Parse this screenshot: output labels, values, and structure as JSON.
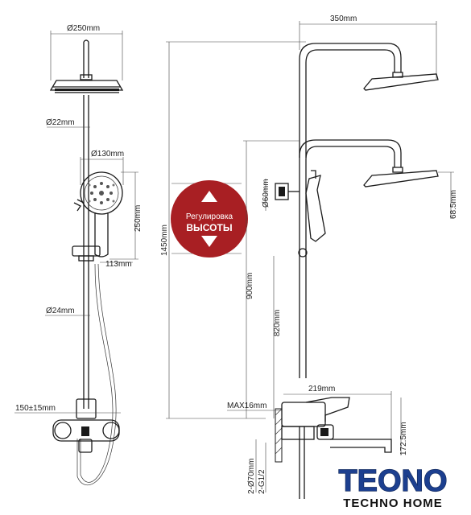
{
  "dimensions": {
    "head_diameter": "Ø250mm",
    "arm_diameter": "Ø22mm",
    "hand_diameter": "Ø130mm",
    "hand_length": "250mm",
    "slider_offset": "113mm",
    "pipe_diameter": "Ø24mm",
    "center_spacing": "150±15mm",
    "head_reach": "350mm",
    "total_height": "1450mm",
    "bracket_diameter": "Ø60mm",
    "head_drop": "68.5mm",
    "riser_height": "900mm",
    "rod_height": "820mm",
    "spout_length": "219mm",
    "wall_max": "MAX16mm",
    "spout_height": "172.5mm",
    "escutcheon": "2-Ø70mm",
    "inlet_thread": "2-G1/2"
  },
  "badge": {
    "line1": "Регулировка",
    "line2": "ВЫСОТЫ",
    "color": "#a81f23"
  },
  "brand": {
    "name": "TEONO",
    "tagline": "TECHNO HOME",
    "color": "#1c3f8f"
  }
}
